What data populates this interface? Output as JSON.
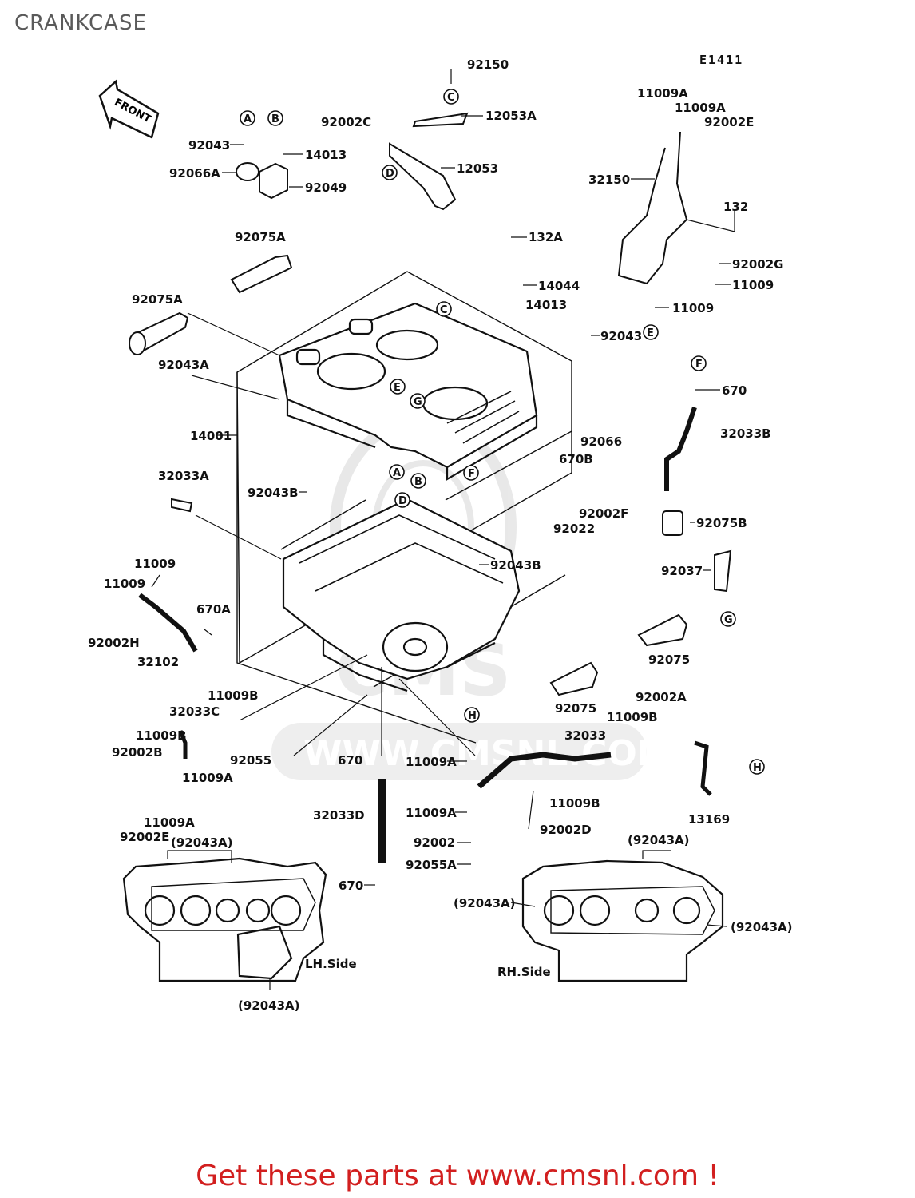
{
  "title": "CRANKCASE",
  "figure_code": "E1411",
  "front_arrow_label": "FRONT",
  "watermark_text": "WWW.CMSNL.COM",
  "footer": "Get these parts at www.cmsnl.com !",
  "footer_color": "#d21f1f",
  "side_labels": {
    "lh": "LH.Side",
    "rh": "RH.Side"
  },
  "circle_markers": [
    "A",
    "B",
    "C",
    "D",
    "E",
    "F",
    "G",
    "H"
  ],
  "part_labels": [
    "92150",
    "92002C",
    "12053A",
    "12053",
    "92043",
    "14013",
    "92066A",
    "92049",
    "11009A",
    "11009A",
    "92002E",
    "32150",
    "132",
    "92002G",
    "11009",
    "11009",
    "132A",
    "14044",
    "14013",
    "92043",
    "92075A",
    "92075A",
    "92043A",
    "14001",
    "670",
    "32033B",
    "92066",
    "670B",
    "92075B",
    "32033A",
    "92043B",
    "92002F",
    "92022",
    "92043B",
    "92037",
    "11009",
    "11009",
    "670A",
    "92002H",
    "32102",
    "92075",
    "92075",
    "11009B",
    "32033C",
    "11009B",
    "92002B",
    "11009A",
    "92055",
    "670",
    "11009A",
    "11009A",
    "92002E",
    "92002A",
    "11009B",
    "32033",
    "11009B",
    "13169",
    "32033D",
    "11009A",
    "92002D",
    "92002",
    "92055A",
    "670",
    "(92043A)",
    "(92043A)",
    "(92043A)",
    "(92043A)",
    "(92043A)"
  ]
}
